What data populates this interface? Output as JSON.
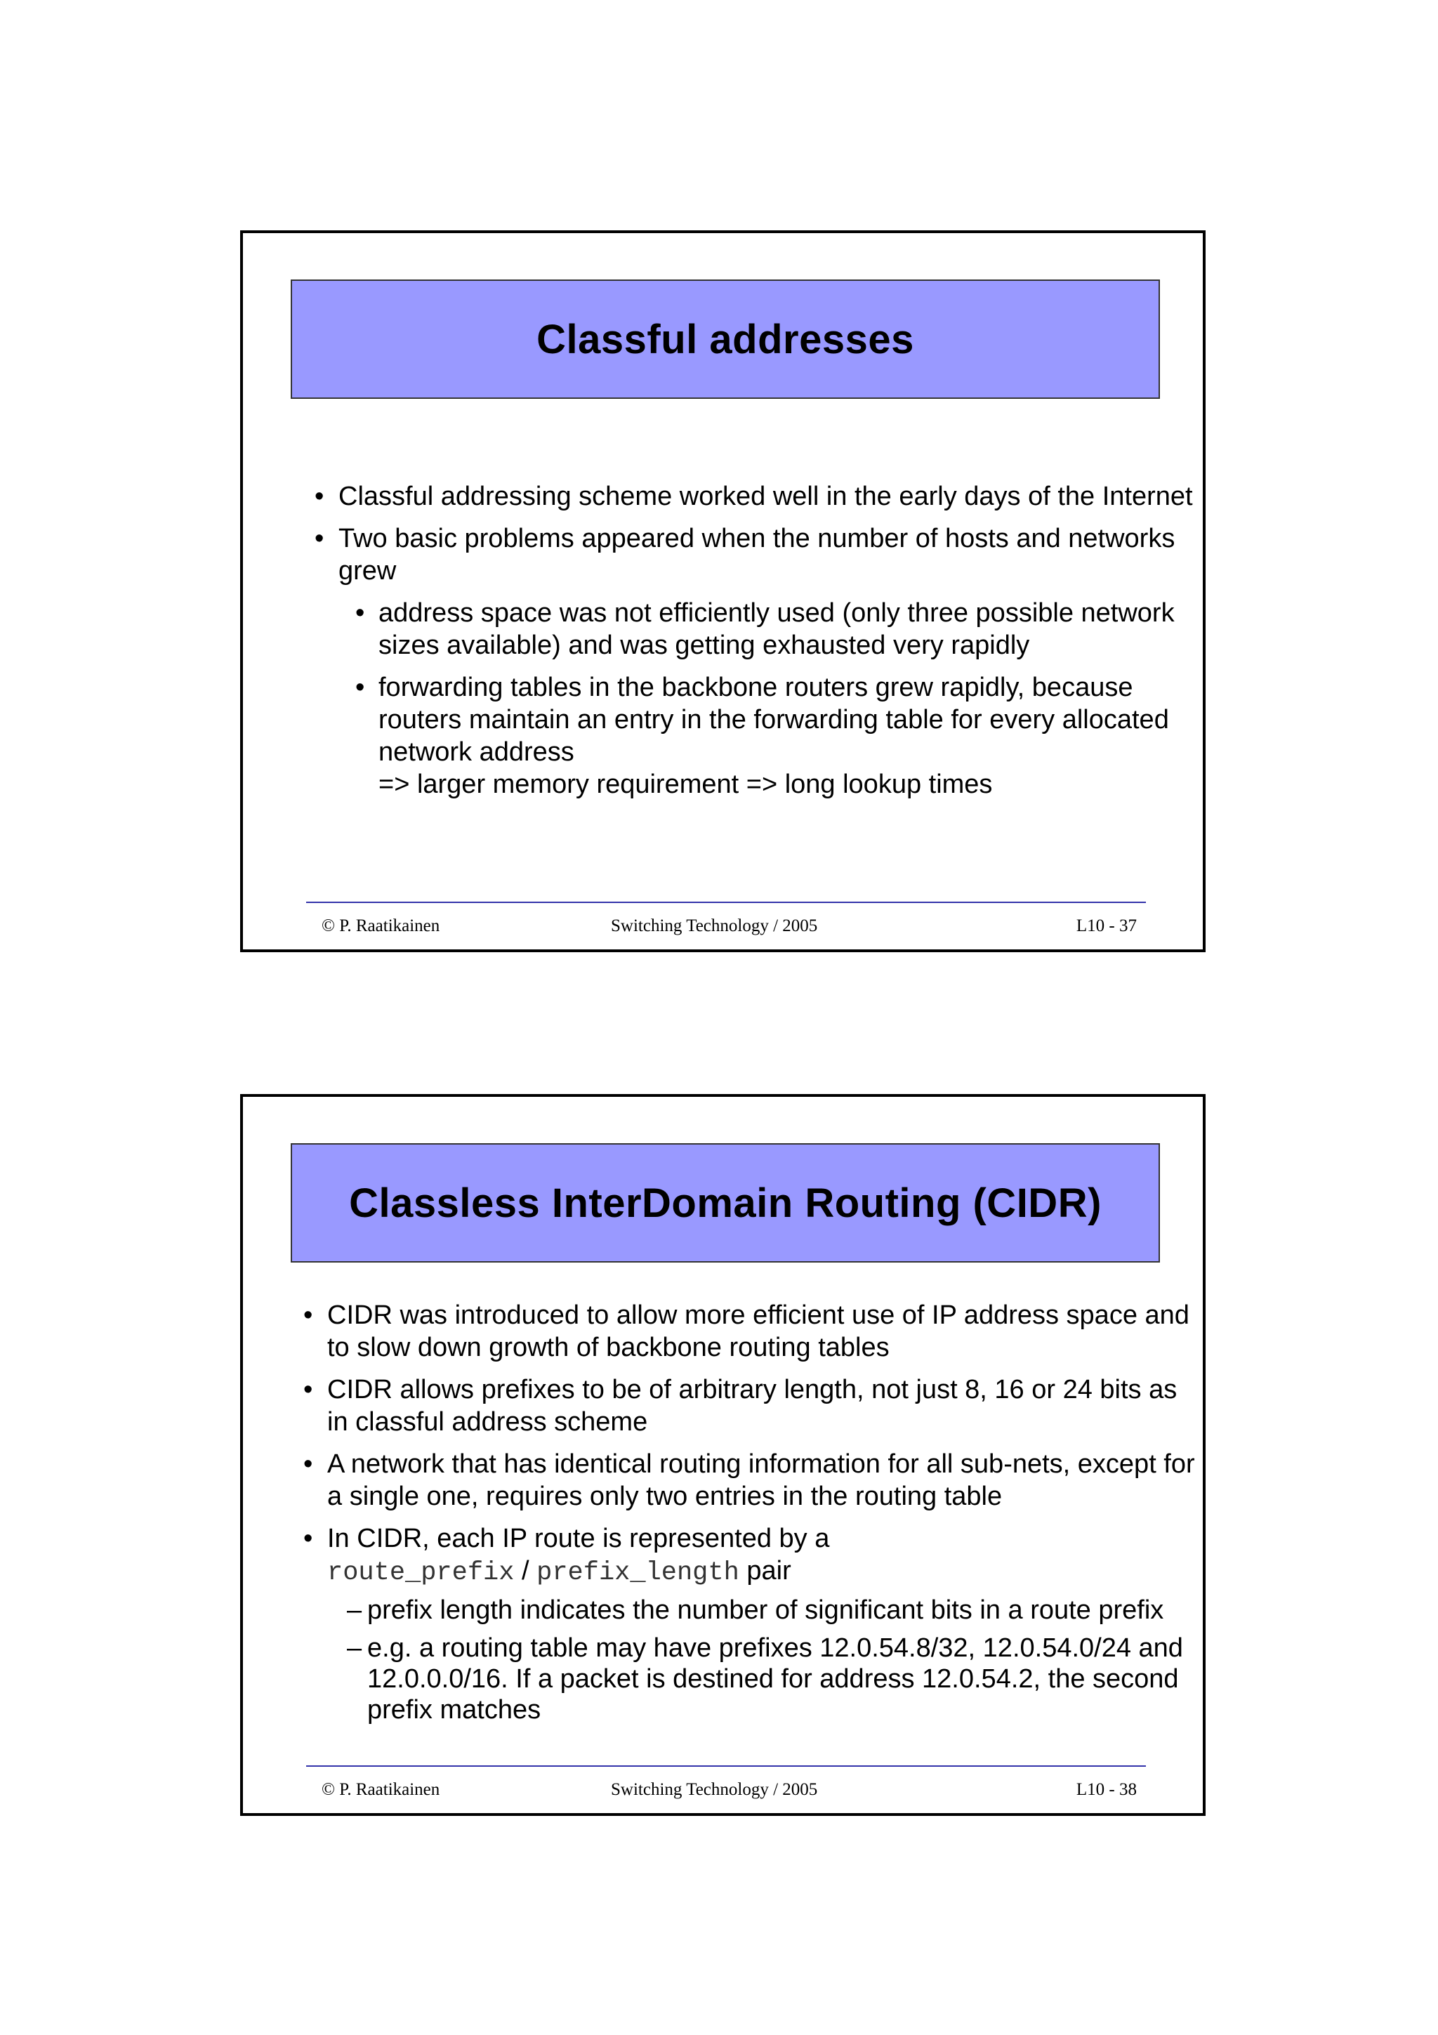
{
  "slides": [
    {
      "title": "Classful addresses",
      "bullets": [
        {
          "text": "Classful addressing scheme worked well in the early days of the Internet"
        },
        {
          "text": "Two basic problems appeared when the number of hosts and networks grew"
        }
      ],
      "sub_bullets": [
        {
          "text": "address space was not efficiently used (only three possible network sizes available) and was getting exhausted very rapidly"
        },
        {
          "text": "forwarding tables in the backbone routers grew rapidly, because routers maintain an entry in the forwarding table for every allocated network address",
          "continuation": "=> larger memory requirement => long lookup times"
        }
      ],
      "footer": {
        "author": "©  P. Raatikainen",
        "course": "Switching Technology  / 2005",
        "page": "L10 - 37"
      }
    },
    {
      "title": "Classless InterDomain Routing (CIDR)",
      "bullets": [
        {
          "text": "CIDR was introduced to allow more efficient use of IP address space and to slow down growth of backbone routing tables"
        },
        {
          "text": "CIDR allows prefixes to be of arbitrary length, not just 8, 16 or 24 bits as in classful address scheme"
        },
        {
          "text": "A network that has identical routing information for all sub-nets, except for a single one, requires only two entries in the routing table"
        },
        {
          "text": "In CIDR, each IP route is represented by a",
          "code1": "route_prefix",
          "sep": " / ",
          "code2": "prefix_length",
          "tail": " pair"
        }
      ],
      "sub_bullets": [
        {
          "text": "prefix length indicates the number of significant bits in a route prefix"
        },
        {
          "text": "e.g. a routing table may have prefixes 12.0.54.8/32, 12.0.54.0/24 and 12.0.0.0/16. If a packet is destined for address 12.0.54.2, the second prefix matches"
        }
      ],
      "footer": {
        "author": "©  P. Raatikainen",
        "course": "Switching Technology  / 2005",
        "page": "L10 - 38"
      }
    }
  ],
  "markers": {
    "bullet": "•",
    "dash": "–"
  }
}
